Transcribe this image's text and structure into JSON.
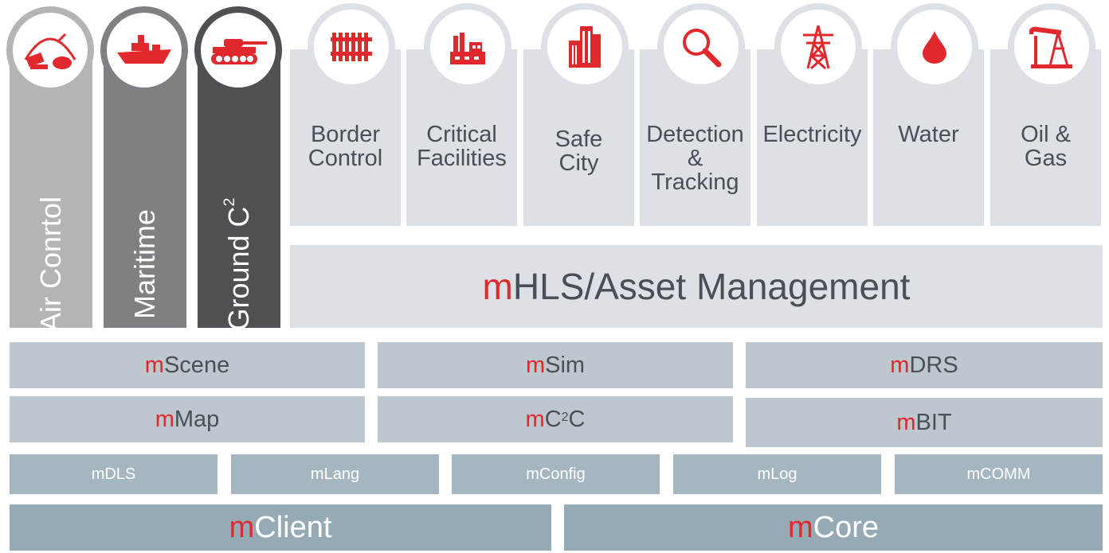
{
  "colors": {
    "accent": "#e0282d",
    "tile": "#dde1e6",
    "mid_bar": "#bdc7ce",
    "small_bar": "#a6b6c0",
    "big_bar": "#96aab5"
  },
  "verticals": [
    {
      "label": "Air Conrtol",
      "icon": "air-defense-icon",
      "color": "#b3b4b6"
    },
    {
      "label": "Maritime",
      "icon": "warship-icon",
      "color": "#7e8083"
    },
    {
      "label": "Ground C",
      "sup": "2",
      "icon": "tank-icon",
      "color": "#4e5054"
    }
  ],
  "domains": [
    {
      "label": "Border\nControl",
      "icon": "fence-icon"
    },
    {
      "label": "Critical\nFacilities",
      "icon": "factory-icon"
    },
    {
      "label": "Safe\nCity",
      "icon": "buildings-icon"
    },
    {
      "label": "Detection\n&\nTracking",
      "icon": "magnifier-icon"
    },
    {
      "label": "Electricity",
      "icon": "power-tower-icon"
    },
    {
      "label": "Water",
      "icon": "water-drop-icon"
    },
    {
      "label": "Oil &\nGas",
      "icon": "oil-pump-icon"
    }
  ],
  "hls": {
    "prefix": "m",
    "rest": "HLS/Asset Management"
  },
  "modules_row1": [
    {
      "prefix": "m",
      "rest": "Scene"
    },
    {
      "prefix": "m",
      "rest": "Sim"
    },
    {
      "prefix": "m",
      "rest": "DRS"
    }
  ],
  "modules_row2": [
    {
      "prefix": "m",
      "rest": "Map"
    },
    {
      "prefix": "m",
      "rest": "C",
      "sup": "2",
      "tail": "C"
    },
    {
      "prefix": "m",
      "rest": "BIT"
    }
  ],
  "services": [
    "mDLS",
    "mLang",
    "mConfig",
    "mLog",
    "mCOMM"
  ],
  "core": [
    {
      "prefix": "m",
      "rest": "Client"
    },
    {
      "prefix": "m",
      "rest": "Core"
    }
  ]
}
